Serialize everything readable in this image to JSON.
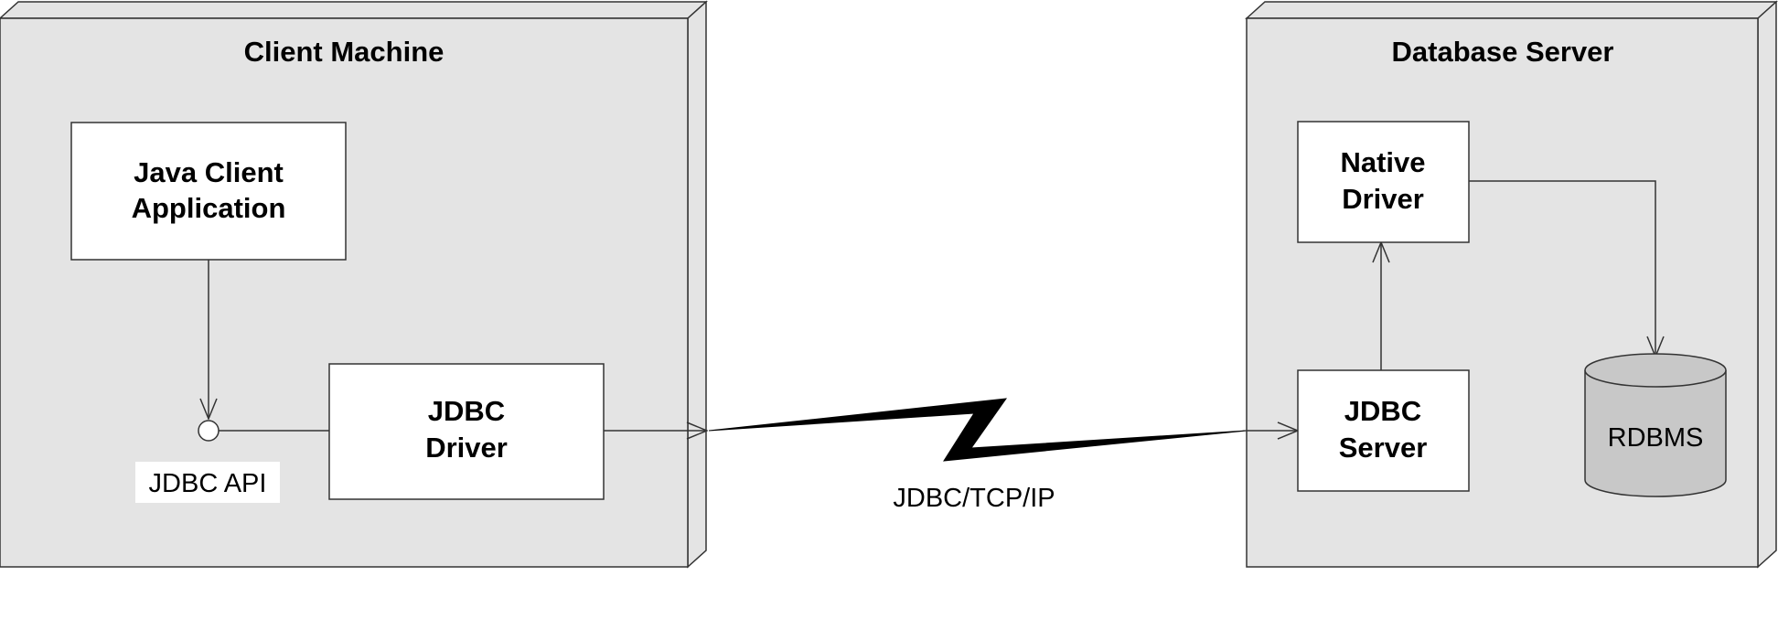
{
  "client_node": {
    "title": "Client Machine",
    "java_client": {
      "line1": "Java Client",
      "line2": "Application"
    },
    "jdbc_driver": {
      "line1": "JDBC",
      "line2": "Driver"
    },
    "interface_label": "JDBC API"
  },
  "server_node": {
    "title": "Database Server",
    "native_driver": {
      "line1": "Native",
      "line2": "Driver"
    },
    "jdbc_server": {
      "line1": "JDBC",
      "line2": "Server"
    },
    "database": {
      "label": "RDBMS"
    }
  },
  "connection": {
    "protocol_label": "JDBC/TCP/IP"
  },
  "colors": {
    "node_fill": "#e4e4e4",
    "box_fill": "#ffffff",
    "database_fill": "#c8c8c8",
    "line": "#333333",
    "bolt": "#000000"
  }
}
